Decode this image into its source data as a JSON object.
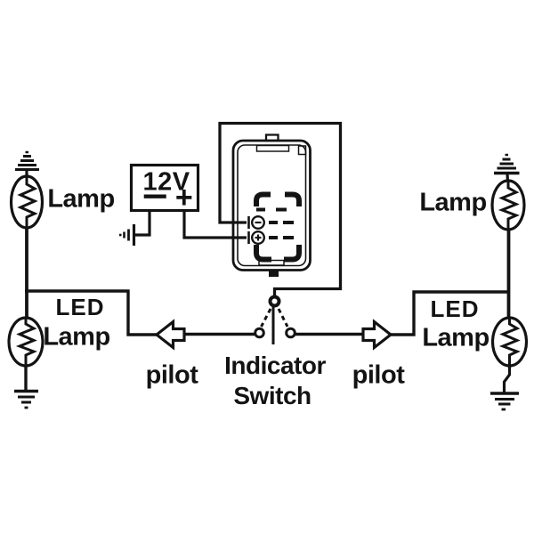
{
  "diagram": {
    "description": "LED flasher relay wiring diagram with 12V battery, indicator switch, pilot arrows, lamps and LED lamps",
    "battery": {
      "voltage_label": "12V",
      "minus_label": "−",
      "plus_label": "+"
    },
    "relay": {
      "minus_terminal_symbol": "−",
      "plus_terminal_symbol": "+"
    },
    "switch": {
      "label_line1": "Indicator",
      "label_line2": "Switch"
    },
    "left": {
      "lamp_label": "Lamp",
      "led_line1": "LED",
      "led_line2": "Lamp",
      "pilot_label": "pilot"
    },
    "right": {
      "lamp_label": "Lamp",
      "led_line1": "LED",
      "led_line2": "Lamp",
      "pilot_label": "pilot"
    },
    "colors": {
      "ink": "#1b1b1b",
      "paper": "#ffffff"
    }
  }
}
